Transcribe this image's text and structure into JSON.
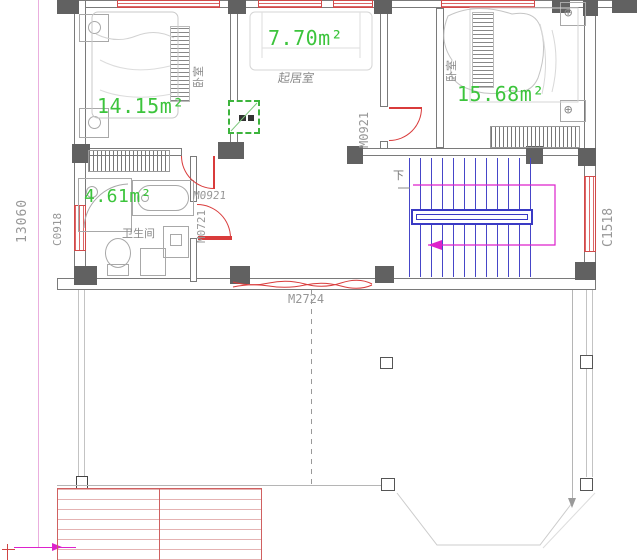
{
  "plan": {
    "dimension_left": "13060",
    "stair_direction": "下",
    "rooms": [
      {
        "name": "卧室",
        "area": "14.15m²"
      },
      {
        "name": "起居室",
        "area": "7.70m²"
      },
      {
        "name": "卧室",
        "area": "15.68m²"
      },
      {
        "name": "卫生间",
        "area": "4.61m²"
      }
    ],
    "doors": [
      {
        "code": "M0921"
      },
      {
        "code": "M0921"
      },
      {
        "code": "M0721"
      },
      {
        "code": "M2724"
      }
    ],
    "windows": [
      {
        "code": "C0918"
      },
      {
        "code": "C1518"
      }
    ],
    "symbols": {
      "nightstand_cross": "⊕"
    },
    "colors": {
      "wall": "#6e6e6e",
      "window_red": "#cf4a4a",
      "door_red": "#d93b3b",
      "area_green": "#3cc43c",
      "stair_blue": "#4040c8",
      "path_magenta": "#dd22cc",
      "dim_pink": "#eaaede"
    }
  }
}
